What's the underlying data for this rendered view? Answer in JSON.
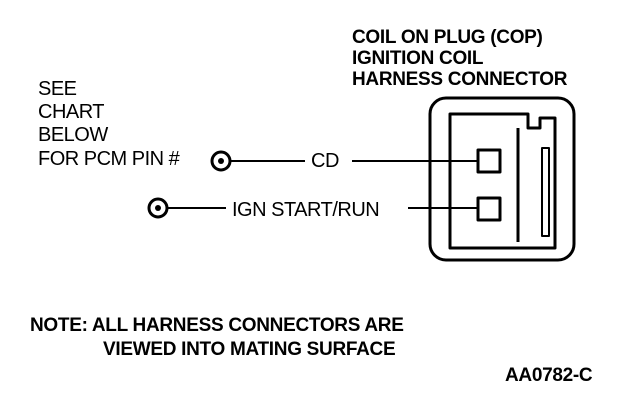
{
  "connector_title": {
    "line1": "COIL ON PLUG (COP)",
    "line2": "IGNITION COIL",
    "line3": "HARNESS CONNECTOR"
  },
  "see_chart": {
    "line1": "SEE",
    "line2": "CHART",
    "line3": "BELOW",
    "line4": "FOR PCM PIN #"
  },
  "wires": {
    "cd_label": "CD",
    "ign_label": "IGN START/RUN"
  },
  "note": {
    "line1": "NOTE: ALL HARNESS CONNECTORS ARE",
    "line2": "VIEWED INTO MATING SURFACE"
  },
  "figure_code": "AA0782-C"
}
